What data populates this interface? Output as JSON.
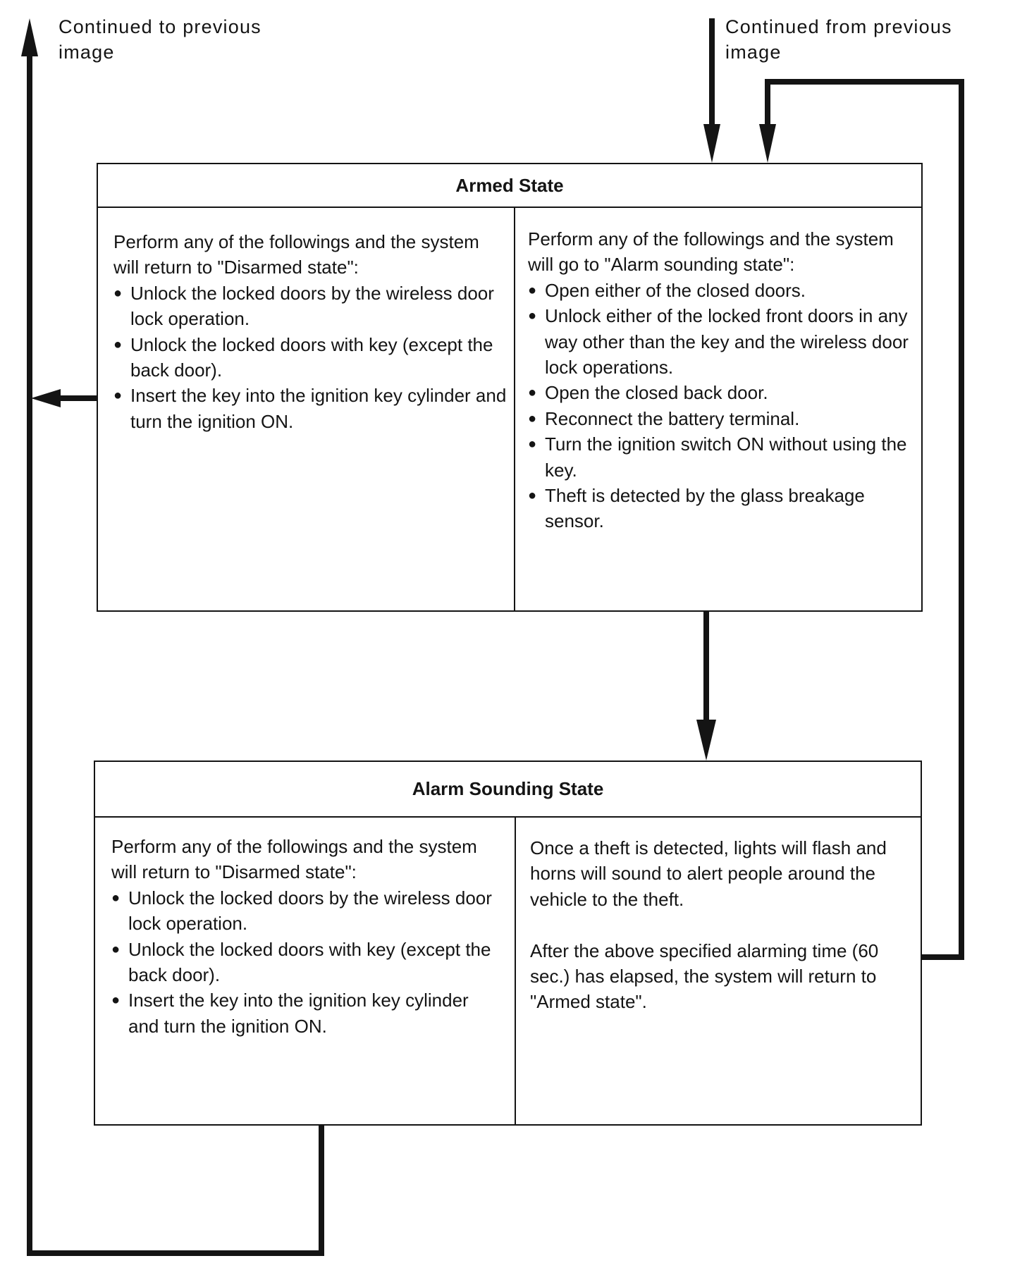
{
  "notes": {
    "left": "Continued to previous image",
    "right": "Continued from previous image"
  },
  "armed": {
    "title": "Armed State",
    "left": {
      "intro": "Perform any of the followings and the system will return to \"Disarmed state\":",
      "items": [
        "Unlock the locked doors by the wireless door lock operation.",
        "Unlock the locked doors with key (except the back door).",
        "Insert the key into the ignition key cylinder and turn the ignition ON."
      ]
    },
    "right": {
      "intro": "Perform any of the followings and the system will go to \"Alarm sounding state\":",
      "items": [
        "Open either of the closed doors.",
        "Unlock either of the locked front doors in any way other than the key and the wireless door lock operations.",
        "Open the closed back door.",
        "Reconnect the battery terminal.",
        "Turn the ignition switch ON without using the key.",
        "Theft is detected by the glass breakage sensor."
      ]
    }
  },
  "alarm": {
    "title": "Alarm Sounding State",
    "left": {
      "intro": "Perform any of the followings and the system will return to \"Disarmed state\":",
      "items": [
        "Unlock the locked doors by the wireless door lock operation.",
        "Unlock the locked doors with key (except the back door).",
        "Insert the key into the ignition key cylinder and turn the ignition ON."
      ]
    },
    "right": {
      "para1": "Once a theft is detected, lights will flash and horns will sound to alert people around the vehicle to the theft.",
      "para2": "After the above specified alarming time (60 sec.) has elapsed, the system will return to \"Armed state\"."
    }
  }
}
